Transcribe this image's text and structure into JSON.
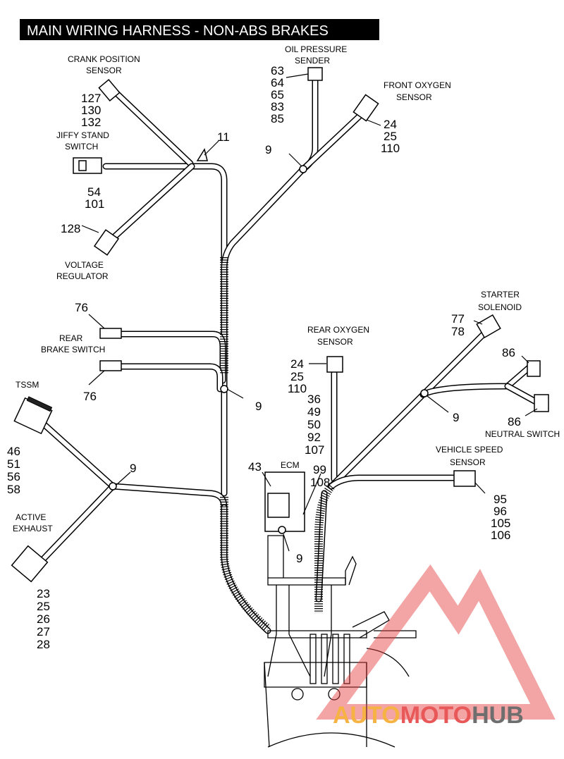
{
  "title": "MAIN WIRING HARNESS - NON-ABS BRAKES",
  "watermark": {
    "brand_a": "AUTO",
    "brand_b": "MOTO",
    "brand_c": "HUB",
    "color_red": "#e63c3c",
    "color_orange": "#f5a623",
    "color_gray": "#555555"
  },
  "components": {
    "crank_position_sensor": {
      "line1": "CRANK POSITION",
      "line2": "SENSOR",
      "refs": [
        "127",
        "130",
        "132"
      ]
    },
    "jiffy_stand_switch": {
      "line1": "JIFFY STAND",
      "line2": "SWITCH",
      "refs": [
        "54",
        "101"
      ]
    },
    "voltage_regulator": {
      "line1": "VOLTAGE",
      "line2": "REGULATOR",
      "ref": "128"
    },
    "clip_top": {
      "ref": "11"
    },
    "oil_pressure_sender": {
      "line1": "OIL PRESSURE",
      "line2": "SENDER",
      "refs": [
        "63",
        "64",
        "65",
        "83",
        "85"
      ]
    },
    "front_oxygen_sensor": {
      "line1": "FRONT OXYGEN",
      "line2": "SENSOR",
      "refs": [
        "24",
        "25",
        "110"
      ]
    },
    "tie_front": {
      "ref": "9"
    },
    "rear_brake_switch": {
      "line1": "REAR",
      "line2": "BRAKE SWITCH",
      "ref_top": "76",
      "ref_bottom": "76"
    },
    "tie_mid": {
      "ref": "9"
    },
    "tssm": {
      "line1": "TSSM",
      "refs": [
        "46",
        "51",
        "56",
        "58"
      ]
    },
    "tie_left": {
      "ref": "9"
    },
    "active_exhaust": {
      "line1": "ACTIVE",
      "line2": "EXHAUST",
      "refs": [
        "23",
        "25",
        "26",
        "27",
        "28"
      ]
    },
    "rear_oxygen_sensor": {
      "line1": "REAR OXYGEN",
      "line2": "SENSOR",
      "refs": [
        "24",
        "25",
        "110"
      ]
    },
    "ecm": {
      "label": "ECM",
      "ref_left": "43",
      "refs_right": [
        "99",
        "108"
      ],
      "refs_list": [
        "36",
        "49",
        "50",
        "92",
        "107"
      ],
      "ref_tie": "9"
    },
    "starter_solenoid": {
      "line1": "STARTER",
      "line2": "SOLENOID",
      "refs": [
        "77",
        "78"
      ]
    },
    "neutral_switch": {
      "label": "NEUTRAL SWITCH",
      "ref_top": "86",
      "ref_bottom": "86"
    },
    "tie_right": {
      "ref": "9"
    },
    "vehicle_speed_sensor": {
      "line1": "VEHICLE SPEED",
      "line2": "SENSOR",
      "refs": [
        "95",
        "96",
        "105",
        "106"
      ]
    }
  }
}
